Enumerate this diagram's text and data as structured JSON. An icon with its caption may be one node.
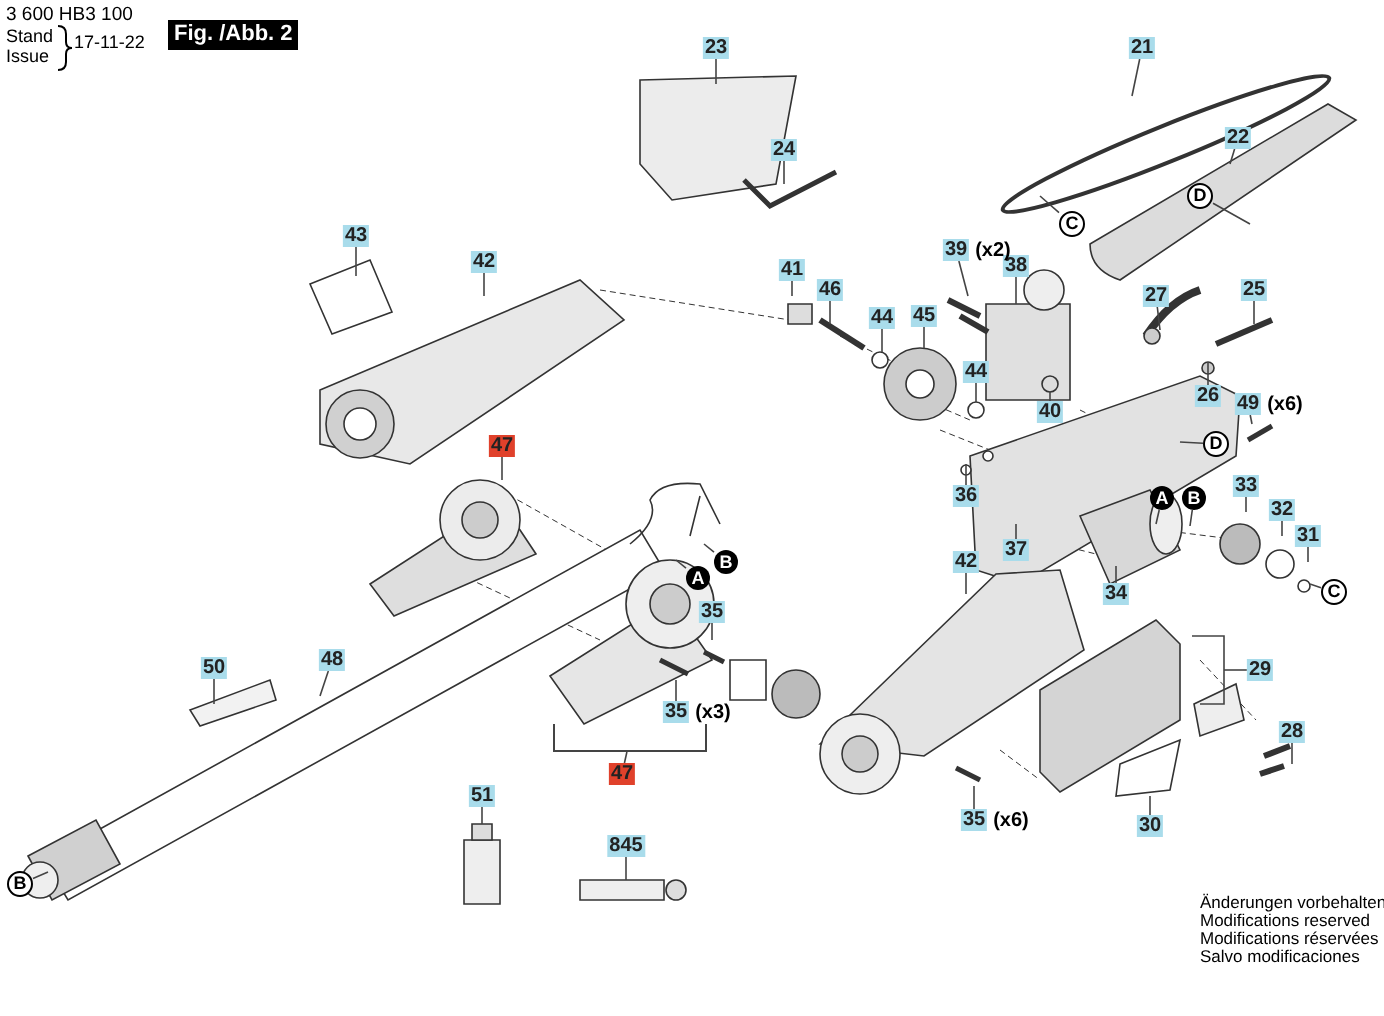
{
  "diagram": {
    "nodes": [
      {
        "text": [
          "23"
        ]
      },
      {
        "text": [
          "21"
        ]
      },
      {
        "text": [
          "22"
        ]
      },
      {
        "text": [
          "24"
        ]
      },
      {
        "text": [
          "D"
        ]
      },
      {
        "text": [
          "C"
        ]
      },
      {
        "text": [
          "43"
        ]
      },
      {
        "text": [
          "39"
        ],
        "beside": [
          "(x2)"
        ]
      },
      {
        "text": [
          "42"
        ]
      },
      {
        "text": [
          "38"
        ]
      },
      {
        "text": [
          "41"
        ]
      },
      {
        "text": [
          "46"
        ]
      },
      {
        "text": [
          "25"
        ]
      },
      {
        "text": [
          "27"
        ]
      },
      {
        "text": [
          "45"
        ]
      },
      {
        "text": [
          "44"
        ]
      },
      {
        "text": [
          "44"
        ]
      },
      {
        "text": [
          "26"
        ]
      },
      {
        "text": [
          "49"
        ],
        "beside": [
          "(x6)"
        ]
      },
      {
        "text": [
          "40"
        ]
      },
      {
        "text": [
          "D"
        ]
      },
      {
        "text": [
          "47"
        ]
      },
      {
        "text": [
          "33"
        ]
      },
      {
        "text": [
          "36"
        ]
      },
      {
        "text": [
          "A"
        ]
      },
      {
        "text": [
          "B"
        ]
      },
      {
        "text": [
          "32"
        ]
      },
      {
        "text": [
          "31"
        ]
      },
      {
        "text": [
          "37"
        ]
      },
      {
        "text": [
          "B"
        ]
      },
      {
        "text": [
          "42"
        ]
      },
      {
        "text": [
          "A"
        ]
      },
      {
        "text": [
          "C"
        ]
      },
      {
        "text": [
          "34"
        ]
      },
      {
        "text": [
          "35"
        ]
      },
      {
        "text": [
          "48"
        ]
      },
      {
        "text": [
          "50"
        ]
      },
      {
        "text": [
          "29"
        ]
      },
      {
        "text": [
          "35"
        ],
        "beside": [
          "(x3)"
        ]
      },
      {
        "text": [
          "28"
        ]
      },
      {
        "text": [
          "47"
        ]
      },
      {
        "text": [
          "51"
        ]
      },
      {
        "text": [
          "35"
        ],
        "beside": [
          "(x6)"
        ]
      },
      {
        "text": [
          "30"
        ]
      },
      {
        "text": [
          "845"
        ]
      },
      {
        "text": [
          "B"
        ]
      },
      {
        "text": [],
        "shape": "bar"
      }
    ],
    "edges": [
      {
        "from": 0,
        "to": null,
        "arrow": "none"
      },
      {
        "from": 1,
        "to": null,
        "arrow": "none"
      },
      {
        "from": 2,
        "to": null,
        "arrow": "none"
      },
      {
        "from": 3,
        "to": null,
        "arrow": "none"
      },
      {
        "from": 4,
        "to": null,
        "arrow": "none"
      },
      {
        "from": 5,
        "to": null,
        "arrow": "none"
      },
      {
        "from": 6,
        "to": null,
        "arrow": "none"
      },
      {
        "from": 7,
        "to": null,
        "arrow": "none"
      },
      {
        "from": 8,
        "to": null,
        "arrow": "none"
      },
      {
        "from": 9,
        "to": null,
        "arrow": "none"
      },
      {
        "from": 10,
        "to": null,
        "arrow": "none"
      },
      {
        "from": 11,
        "to": null,
        "arrow": "none"
      },
      {
        "from": 12,
        "to": null,
        "arrow": "none"
      },
      {
        "from": 13,
        "to": null,
        "arrow": "none"
      },
      {
        "from": 14,
        "to": null,
        "arrow": "none"
      },
      {
        "from": 15,
        "to": null,
        "arrow": "none"
      },
      {
        "from": 16,
        "to": null,
        "arrow": "none"
      },
      {
        "from": 17,
        "to": null,
        "arrow": "none"
      },
      {
        "from": 18,
        "to": null,
        "arrow": "none"
      },
      {
        "from": 19,
        "to": null,
        "arrow": "none"
      },
      {
        "from": 20,
        "to": null,
        "arrow": "none"
      },
      {
        "from": 21,
        "to": null,
        "arrow": "none"
      },
      {
        "from": 22,
        "to": null,
        "arrow": "none"
      },
      {
        "from": 23,
        "to": null,
        "arrow": "none"
      },
      {
        "from": 24,
        "to": null,
        "arrow": "none"
      },
      {
        "from": 25,
        "to": null,
        "arrow": "none"
      },
      {
        "from": 26,
        "to": null,
        "arrow": "none"
      },
      {
        "from": 27,
        "to": null,
        "arrow": "none"
      },
      {
        "from": 28,
        "to": null,
        "arrow": "none"
      },
      {
        "from": 29,
        "to": null,
        "arrow": "none"
      },
      {
        "from": 30,
        "to": null,
        "arrow": "none"
      },
      {
        "from": 31,
        "to": null,
        "arrow": "none"
      },
      {
        "from": 32,
        "to": null,
        "arrow": "none"
      },
      {
        "from": 33,
        "to": null,
        "arrow": "none"
      },
      {
        "from": 34,
        "to": null,
        "arrow": "none"
      },
      {
        "from": 35,
        "to": null,
        "arrow": "none"
      },
      {
        "from": 36,
        "to": null,
        "arrow": "none"
      },
      {
        "from": 37,
        "to": null,
        "arrow": "none"
      },
      {
        "from": 38,
        "to": null,
        "arrow": "none"
      },
      {
        "from": 39,
        "to": null,
        "arrow": "none"
      },
      {
        "from": 40,
        "to": 46,
        "arrow": "none"
      },
      {
        "from": 41,
        "to": null,
        "arrow": "none"
      },
      {
        "from": 42,
        "to": null,
        "arrow": "none"
      },
      {
        "from": 43,
        "to": null,
        "arrow": "none"
      },
      {
        "from": 44,
        "to": null,
        "arrow": "none"
      },
      {
        "from": 45,
        "to": null,
        "arrow": "none"
      }
    ],
    "labels": [
      "3 600 HB3 100",
      "Stand",
      "Issue",
      "17-11-22",
      "Fig. /Abb. 2",
      "Änderungen vorbehalten",
      "Modifications reserved",
      "Modifications réservées",
      "Salvo modificaciones"
    ]
  }
}
